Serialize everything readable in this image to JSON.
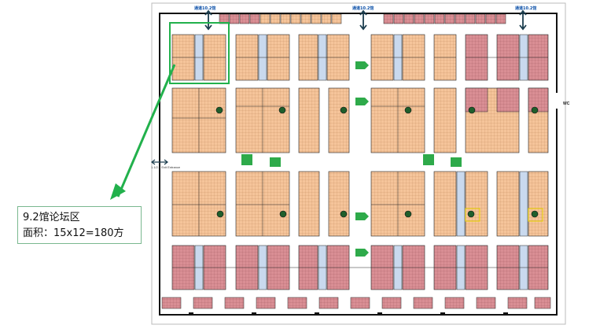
{
  "callout": {
    "line1": "9.2馆论坛区",
    "line2": "面积：15x12=180方"
  },
  "gates": {
    "left": "通道10.2馆",
    "middle": "通道10.2馆",
    "right": "通道10.2馆"
  },
  "left_exit_label": "1.1/2.1 Exit Entrance",
  "colors": {
    "standard_booth": "#f5c49a",
    "special_booth": "#d98e94",
    "aisle": "#c9d9ee",
    "highlight": "#22b14c",
    "wall": "#111111",
    "dimension": "#d00000"
  },
  "icons": [
    "arrow-up-down-icon",
    "pillar-icon",
    "green-direction-sign-icon",
    "callout-arrow-icon"
  ]
}
